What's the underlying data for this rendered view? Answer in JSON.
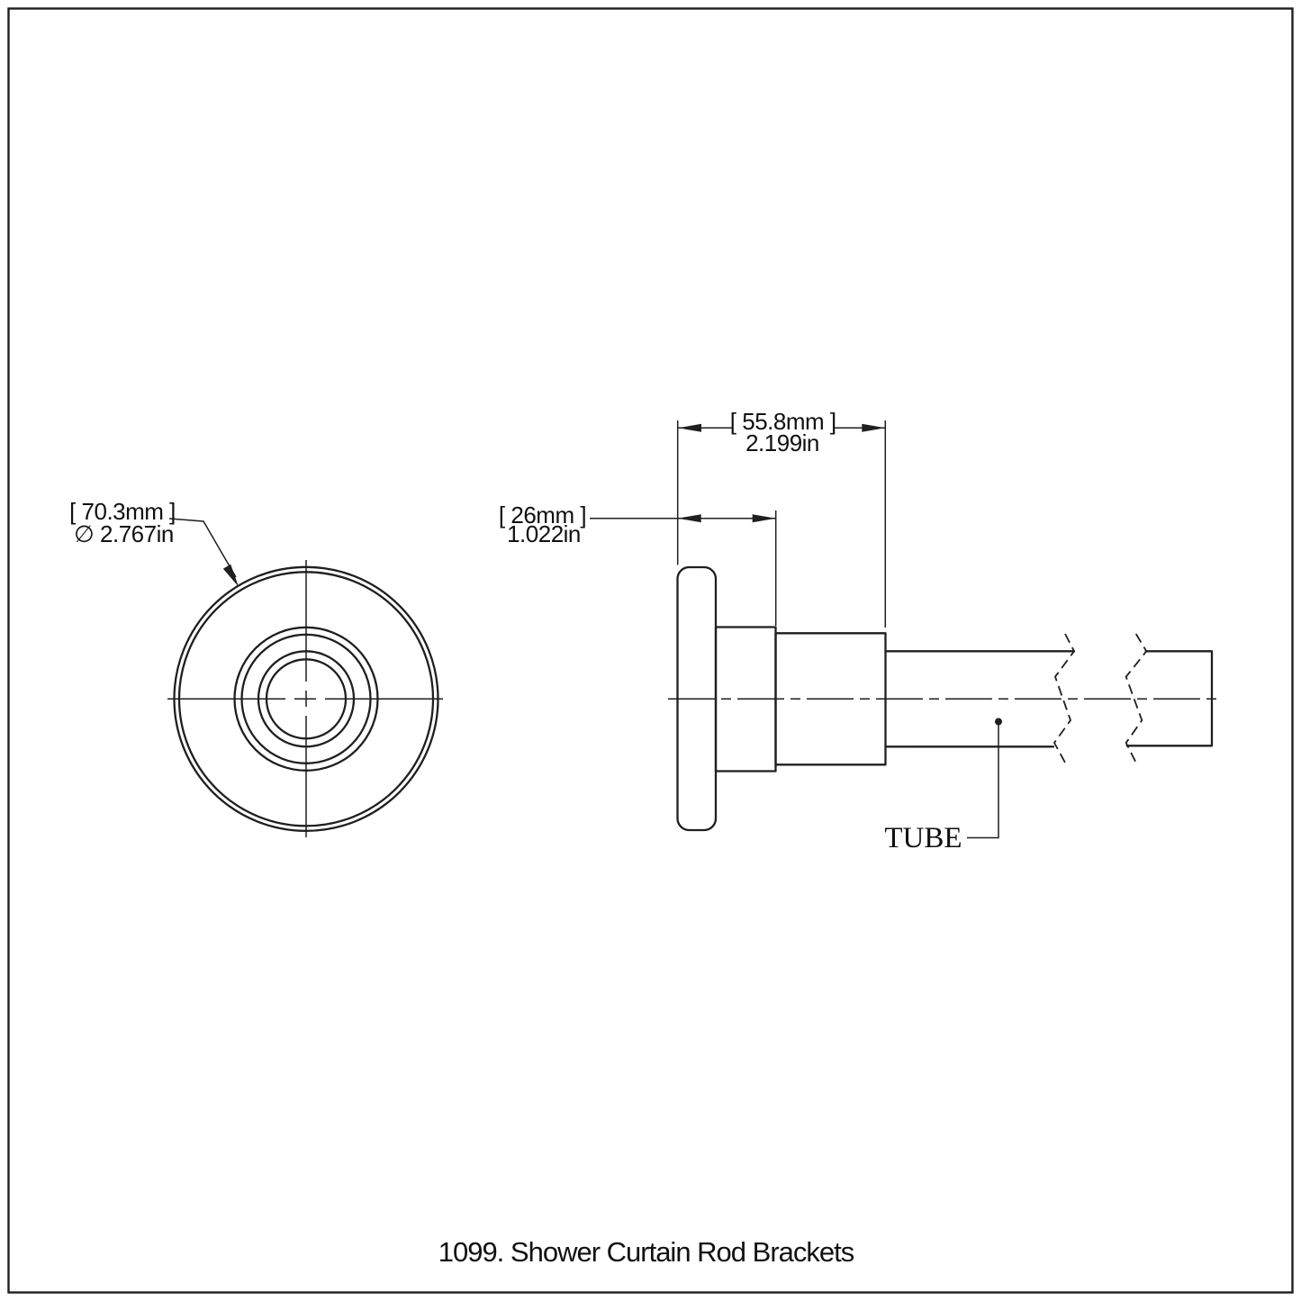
{
  "page": {
    "background": "#ffffff",
    "line_color": "#1f1f1f"
  },
  "drawing": {
    "caption": "1099. Shower Curtain Rod Brackets",
    "front_view": {
      "diameter_mm": "[ 70.3mm ]",
      "diameter_in": "∅ 2.767in"
    },
    "side_view": {
      "overall_depth_mm": "[ 55.8mm ]",
      "overall_depth_in": "2.199in",
      "collar_depth_mm": "[ 26mm ]",
      "collar_depth_in": "1.022in",
      "tube_label": "TUBE"
    }
  }
}
